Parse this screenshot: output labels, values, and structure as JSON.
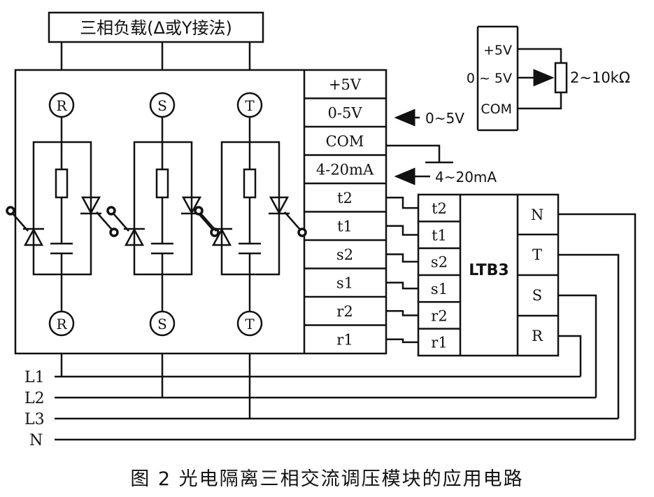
{
  "load_title": "三相负载(Δ或Y接法)",
  "phases": [
    {
      "top": "R",
      "bottom": "R"
    },
    {
      "top": "S",
      "bottom": "S"
    },
    {
      "top": "T",
      "bottom": "T"
    }
  ],
  "module_terminals": [
    "+5V",
    "0-5V",
    "COM",
    "4-20mA",
    "t2",
    "t1",
    "s2",
    "s1",
    "r2",
    "r1"
  ],
  "arrow_voltage": "0~5V",
  "arrow_current": "4~20mA",
  "ltb3": {
    "name": "LTB3",
    "left_terminals": [
      "t2",
      "t1",
      "s2",
      "s1",
      "r2",
      "r1"
    ],
    "right_terminals": [
      "N",
      "T",
      "S",
      "R"
    ]
  },
  "pot": {
    "labels": [
      "+5V",
      "0 ~ 5V",
      "COM"
    ],
    "value": "2~10kΩ"
  },
  "lines": [
    "L1",
    "L2",
    "L3",
    "N"
  ],
  "caption": "图 2 光电隔离三相交流调压模块的应用电路"
}
